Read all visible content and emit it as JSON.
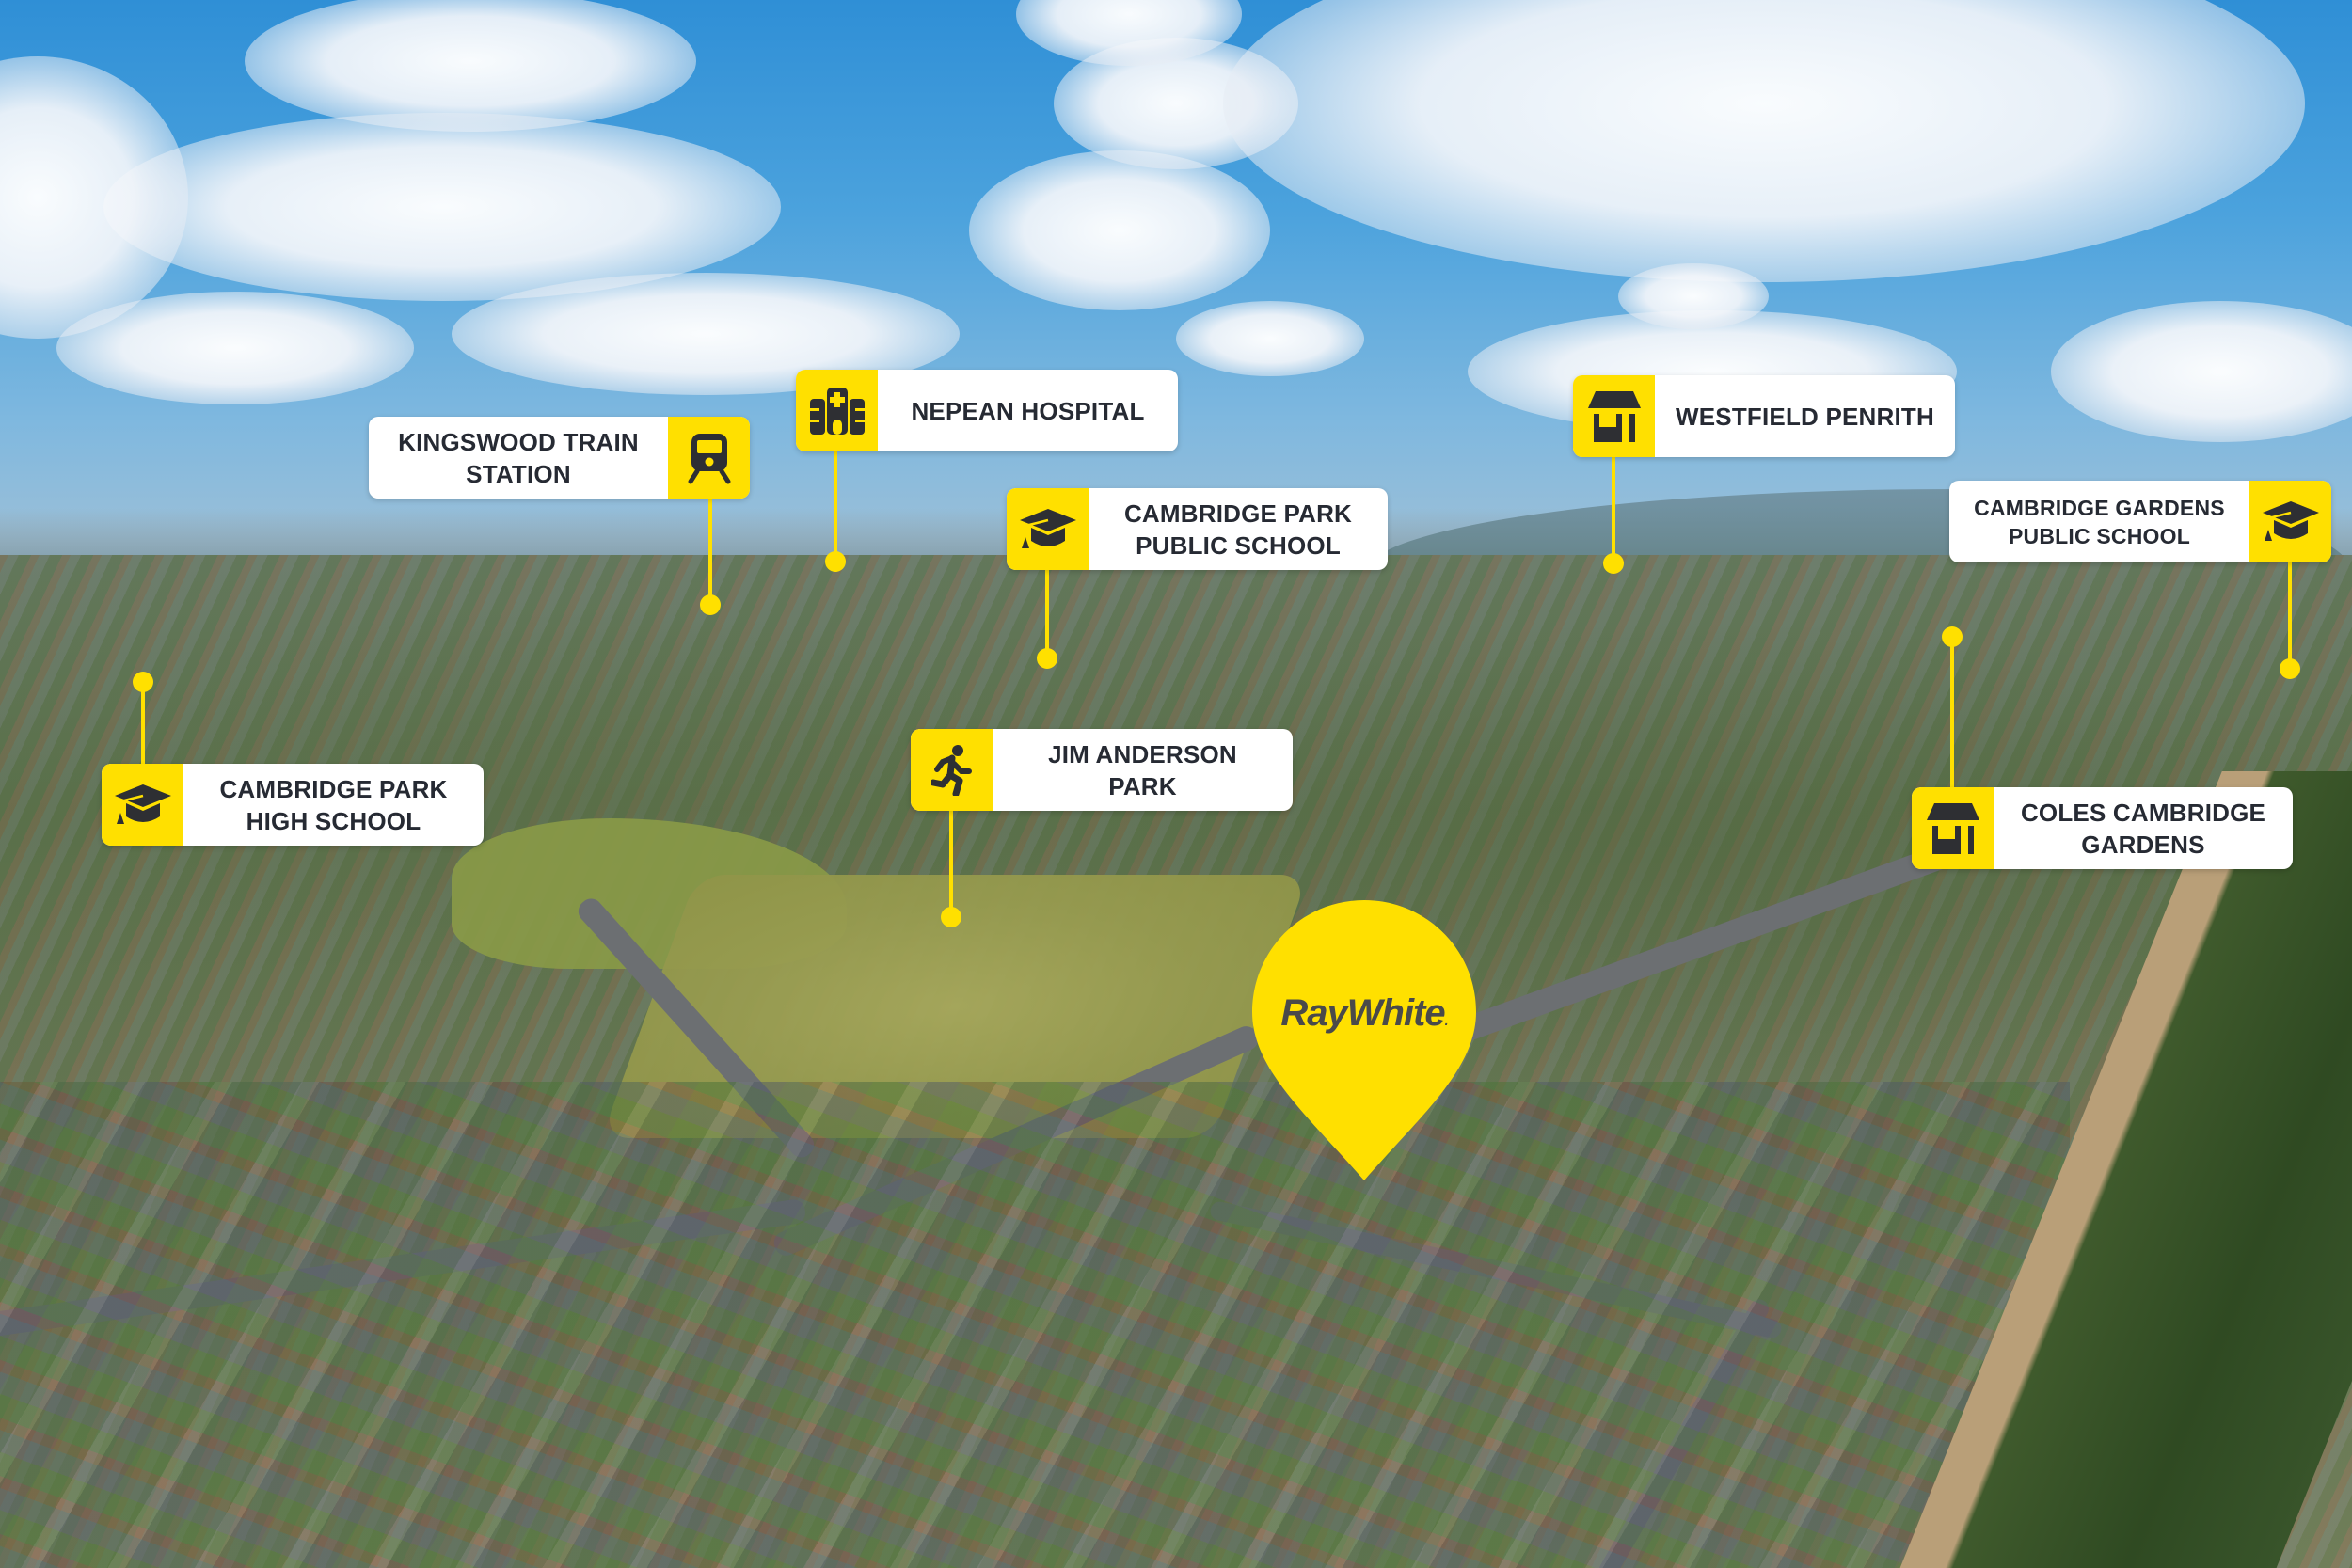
{
  "image": {
    "type": "aerial-location-map",
    "brand": "Ray White",
    "brand_colors": {
      "yellow": "#ffe000",
      "text_dark": "#262a33",
      "logo_grey": "#4a4a4a"
    }
  },
  "brand_pin": {
    "label": "RayWhite",
    "mark": "."
  },
  "points_of_interest": [
    {
      "id": "kingswood-train-station",
      "label": "KINGSWOOD TRAIN\nSTATION",
      "icon": "train-icon",
      "icon_side": "right"
    },
    {
      "id": "nepean-hospital",
      "label": "NEPEAN HOSPITAL",
      "icon": "hospital-icon",
      "icon_side": "left"
    },
    {
      "id": "cambridge-park-public-school",
      "label": "CAMBRIDGE PARK\nPUBLIC SCHOOL",
      "icon": "graduation-cap-icon",
      "icon_side": "left"
    },
    {
      "id": "westfield-penrith",
      "label": "WESTFIELD PENRITH",
      "icon": "shop-icon",
      "icon_side": "left"
    },
    {
      "id": "cambridge-gardens-public-school",
      "label": "CAMBRIDGE GARDENS\nPUBLIC SCHOOL",
      "icon": "graduation-cap-icon",
      "icon_side": "right"
    },
    {
      "id": "cambridge-park-high-school",
      "label": "CAMBRIDGE PARK\nHIGH SCHOOL",
      "icon": "graduation-cap-icon",
      "icon_side": "left"
    },
    {
      "id": "jim-anderson-park",
      "label": "JIM ANDERSON\nPARK",
      "icon": "running-person-icon",
      "icon_side": "left"
    },
    {
      "id": "coles-cambridge-gardens",
      "label": "COLES CAMBRIDGE\nGARDENS",
      "icon": "shop-icon",
      "icon_side": "left"
    }
  ]
}
